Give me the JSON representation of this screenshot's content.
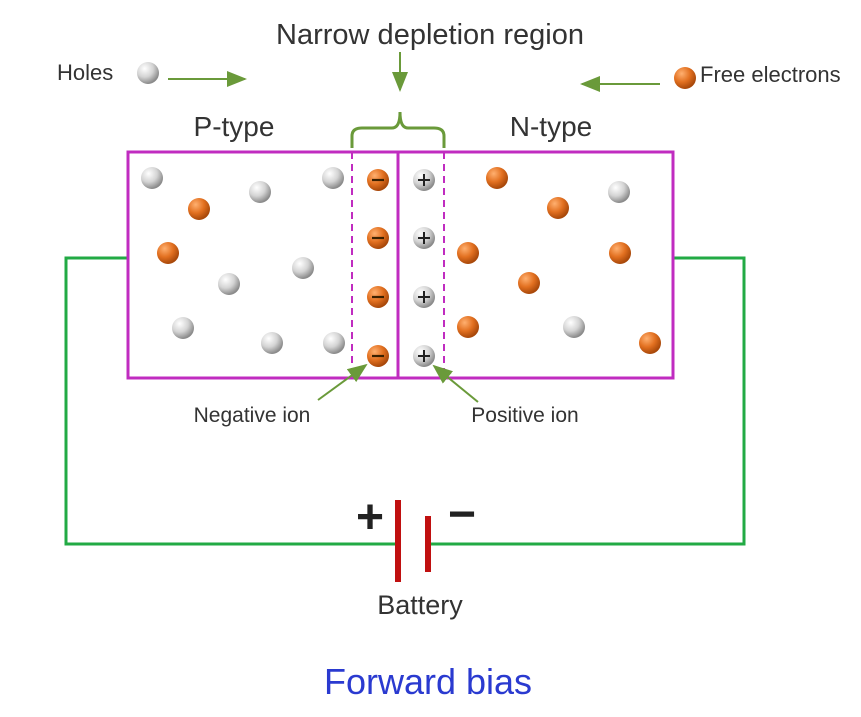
{
  "title": "Narrow depletion region",
  "legend": {
    "holes": "Holes",
    "free_electrons": "Free electrons"
  },
  "regions": {
    "p_type": "P-type",
    "n_type": "N-type"
  },
  "ions": {
    "negative": "Negative ion",
    "positive": "Positive ion",
    "negative_symbol": "−",
    "positive_symbol": "+"
  },
  "battery": {
    "label": "Battery",
    "plus": "+",
    "minus": "−"
  },
  "caption": "Forward bias",
  "colors": {
    "junction_border": "#c02cc0",
    "wire": "#22aa44",
    "arrow": "#6a9a3a",
    "battery_plate": "#c01010",
    "electron": "#e07020",
    "hole": "#c8c8c8",
    "caption": "#2a3ad0"
  }
}
